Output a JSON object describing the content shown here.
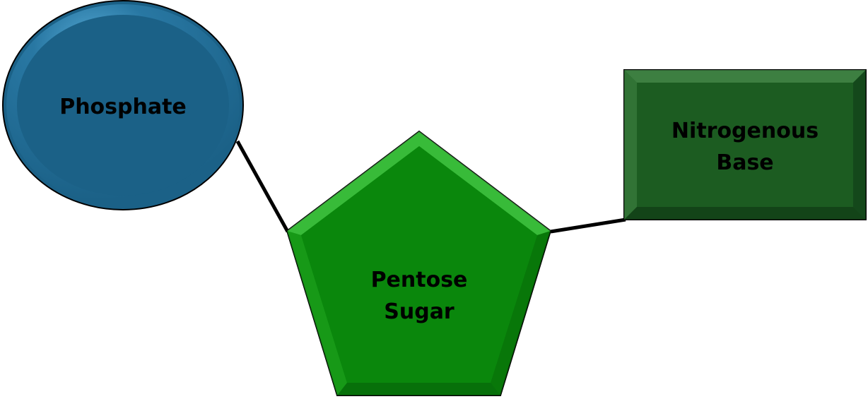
{
  "diagram": {
    "nodes": {
      "phosphate": {
        "label": "Phosphate",
        "shape": "ellipse",
        "fill": "#1b6187"
      },
      "pentose_sugar": {
        "label_line1": "Pentose",
        "label_line2": "Sugar",
        "shape": "pentagon",
        "fill": "#0a870c"
      },
      "nitrogenous_base": {
        "label_line1": "Nitrogenous",
        "label_line2": "Base",
        "shape": "rectangle",
        "fill": "#1c5c21"
      }
    },
    "edges": [
      {
        "from": "phosphate",
        "to": "pentose_sugar"
      },
      {
        "from": "pentose_sugar",
        "to": "nitrogenous_base"
      }
    ],
    "colors": {
      "outline": "#000000",
      "text": "#000000"
    }
  }
}
